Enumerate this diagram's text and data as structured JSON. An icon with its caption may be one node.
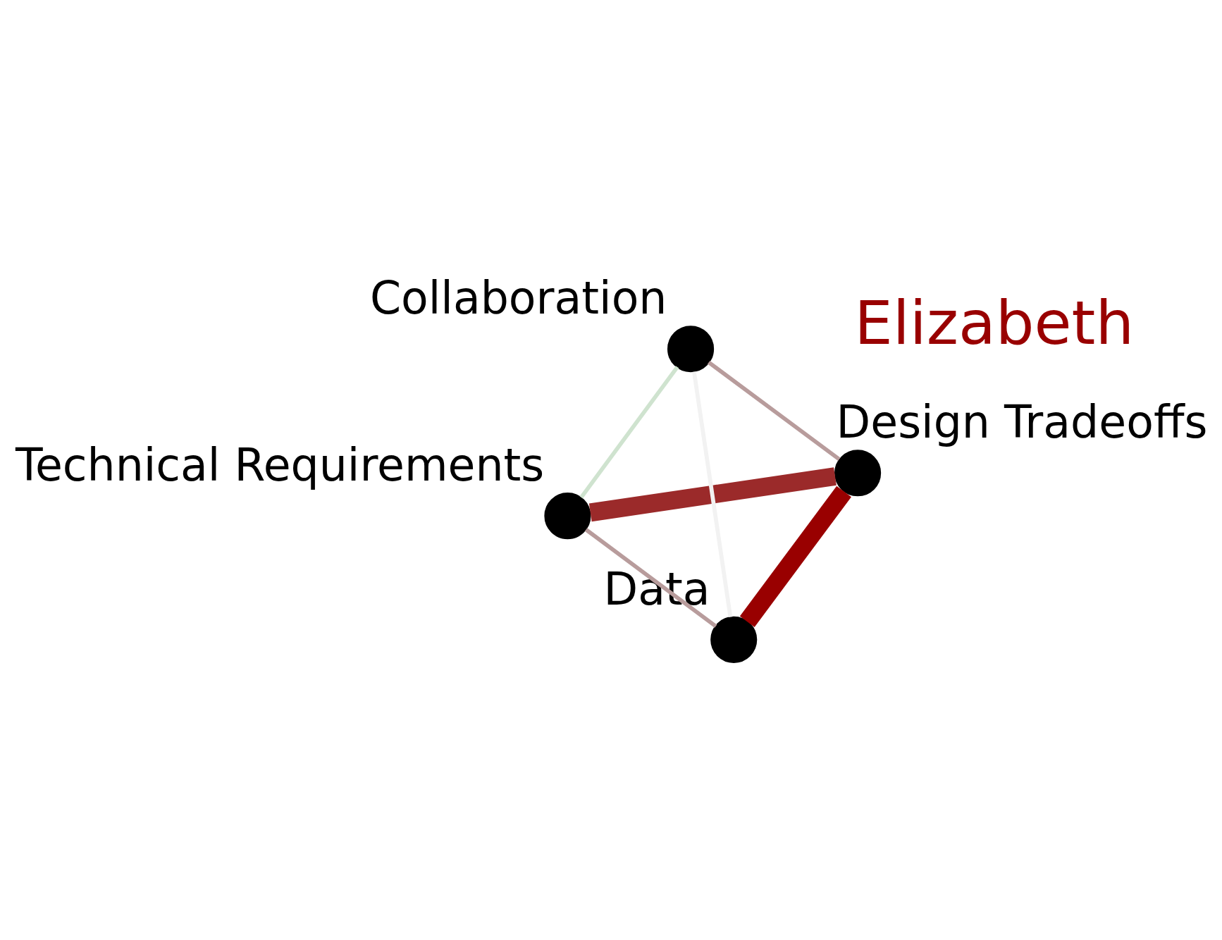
{
  "diagram": {
    "nodes": [
      {
        "text": [],
        "shape": "circle",
        "beside": [
          "Technical Requirements"
        ]
      },
      {
        "text": [],
        "shape": "circle",
        "beside": [
          "Design Tradeoffs"
        ]
      },
      {
        "text": [],
        "shape": "circle",
        "beside": [
          "Data"
        ]
      },
      {
        "text": [],
        "shape": "circle",
        "beside": [
          "Collaboration"
        ]
      }
    ],
    "edges": [
      {
        "from": 0,
        "to": 1,
        "arrow": "none",
        "style": "thick",
        "color": "#9b2a2a"
      },
      {
        "from": 1,
        "to": 2,
        "arrow": "none",
        "style": "thick",
        "color": "#990000"
      },
      {
        "from": 0,
        "to": 2,
        "arrow": "none",
        "color": "#b89c9c"
      },
      {
        "from": 0,
        "to": 3,
        "arrow": "none",
        "color": "#cfe3cf"
      },
      {
        "from": 1,
        "to": 3,
        "arrow": "none",
        "color": "#b89c9c"
      },
      {
        "from": 3,
        "to": 2,
        "arrow": "none",
        "color": "#f2f2f2"
      }
    ],
    "labels": [
      "Elizabeth"
    ]
  }
}
